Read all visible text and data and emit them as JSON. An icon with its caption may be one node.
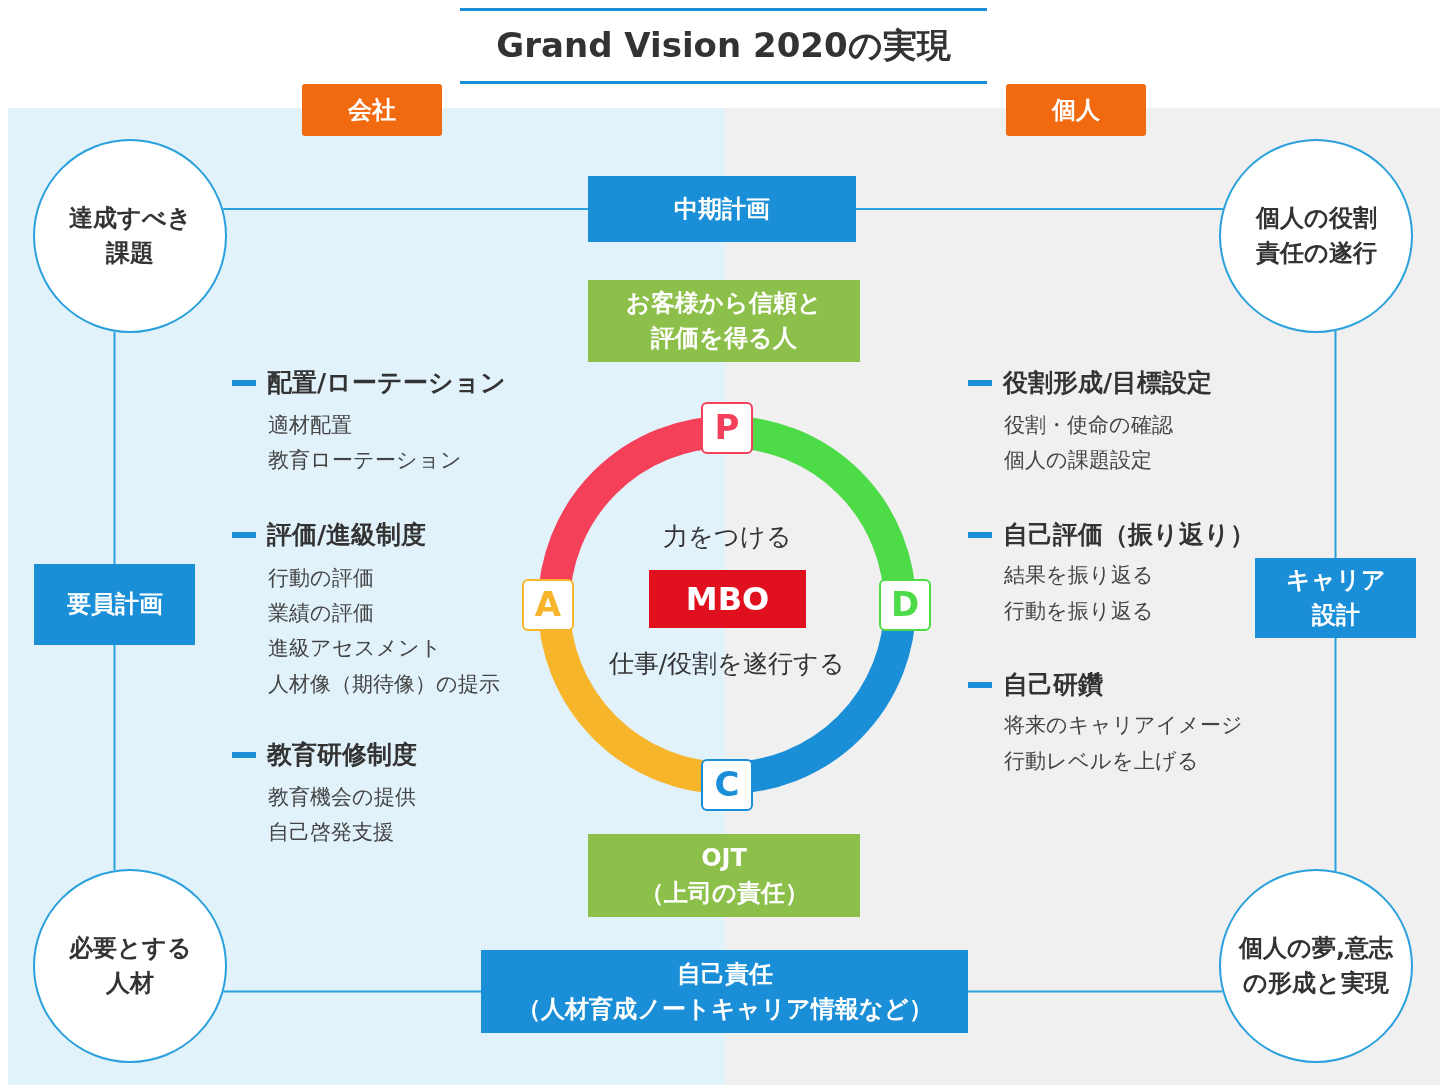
{
  "diagram": {
    "title": "Grand Vision 2020の実現",
    "nodes": [
      {
        "text": [
          "会社"
        ]
      },
      {
        "text": [
          "個人"
        ]
      },
      {
        "text": [
          "達成すべき課題"
        ]
      },
      {
        "text": [
          "中期計画"
        ]
      },
      {
        "text": [
          "個人の役割責任の遂行"
        ]
      },
      {
        "text": [
          "要員計画"
        ]
      },
      {
        "text": [
          "キャリア設計"
        ]
      },
      {
        "text": [
          "必要とする人材"
        ]
      },
      {
        "text": [
          "自己責任",
          "（人材育成ノートキャリア情報など）"
        ]
      },
      {
        "text": [
          "個人の夢,意志の形成と実現"
        ]
      },
      {
        "text": [
          "お客様から信頼と評価を得る人"
        ]
      },
      {
        "text": [
          "OJT",
          "（上司の責任）"
        ]
      },
      {
        "text": [
          "力をつける",
          "仕事/役割を遂行する"
        ]
      },
      {
        "text": [
          "MBO"
        ],
        "in": 12
      },
      {
        "text": [
          "P"
        ]
      },
      {
        "text": [
          "A"
        ]
      },
      {
        "text": [
          "D"
        ]
      },
      {
        "text": [
          "C"
        ]
      }
    ],
    "edges": [
      {
        "from": 2,
        "to": 3,
        "arrow": "none"
      },
      {
        "from": 3,
        "to": 4,
        "arrow": "none"
      },
      {
        "from": 2,
        "to": 5,
        "arrow": "none"
      },
      {
        "from": 5,
        "to": 7,
        "arrow": "none"
      },
      {
        "from": 4,
        "to": 6,
        "arrow": "none"
      },
      {
        "from": 6,
        "to": 9,
        "arrow": "none"
      },
      {
        "from": 7,
        "to": 8,
        "arrow": "none"
      },
      {
        "from": 8,
        "to": 9,
        "arrow": "none"
      }
    ],
    "labels": [
      "配置/ローテーション",
      "適材配置",
      "教育ローテーション",
      "評価/進級制度",
      "行動の評価",
      "業績の評価",
      "進級アセスメント",
      "人材像（期待像）の提示",
      "教育研修制度",
      "教育機会の提供",
      "自己啓発支援",
      "役割形成/目標設定",
      "役割・使命の確認",
      "個人の課題設定",
      "自己評価（振り返り）",
      "結果を振り返る",
      "行動を振り返る",
      "自己研鑽",
      "将来のキャリアイメージ",
      "行動レベルを上げる"
    ]
  }
}
